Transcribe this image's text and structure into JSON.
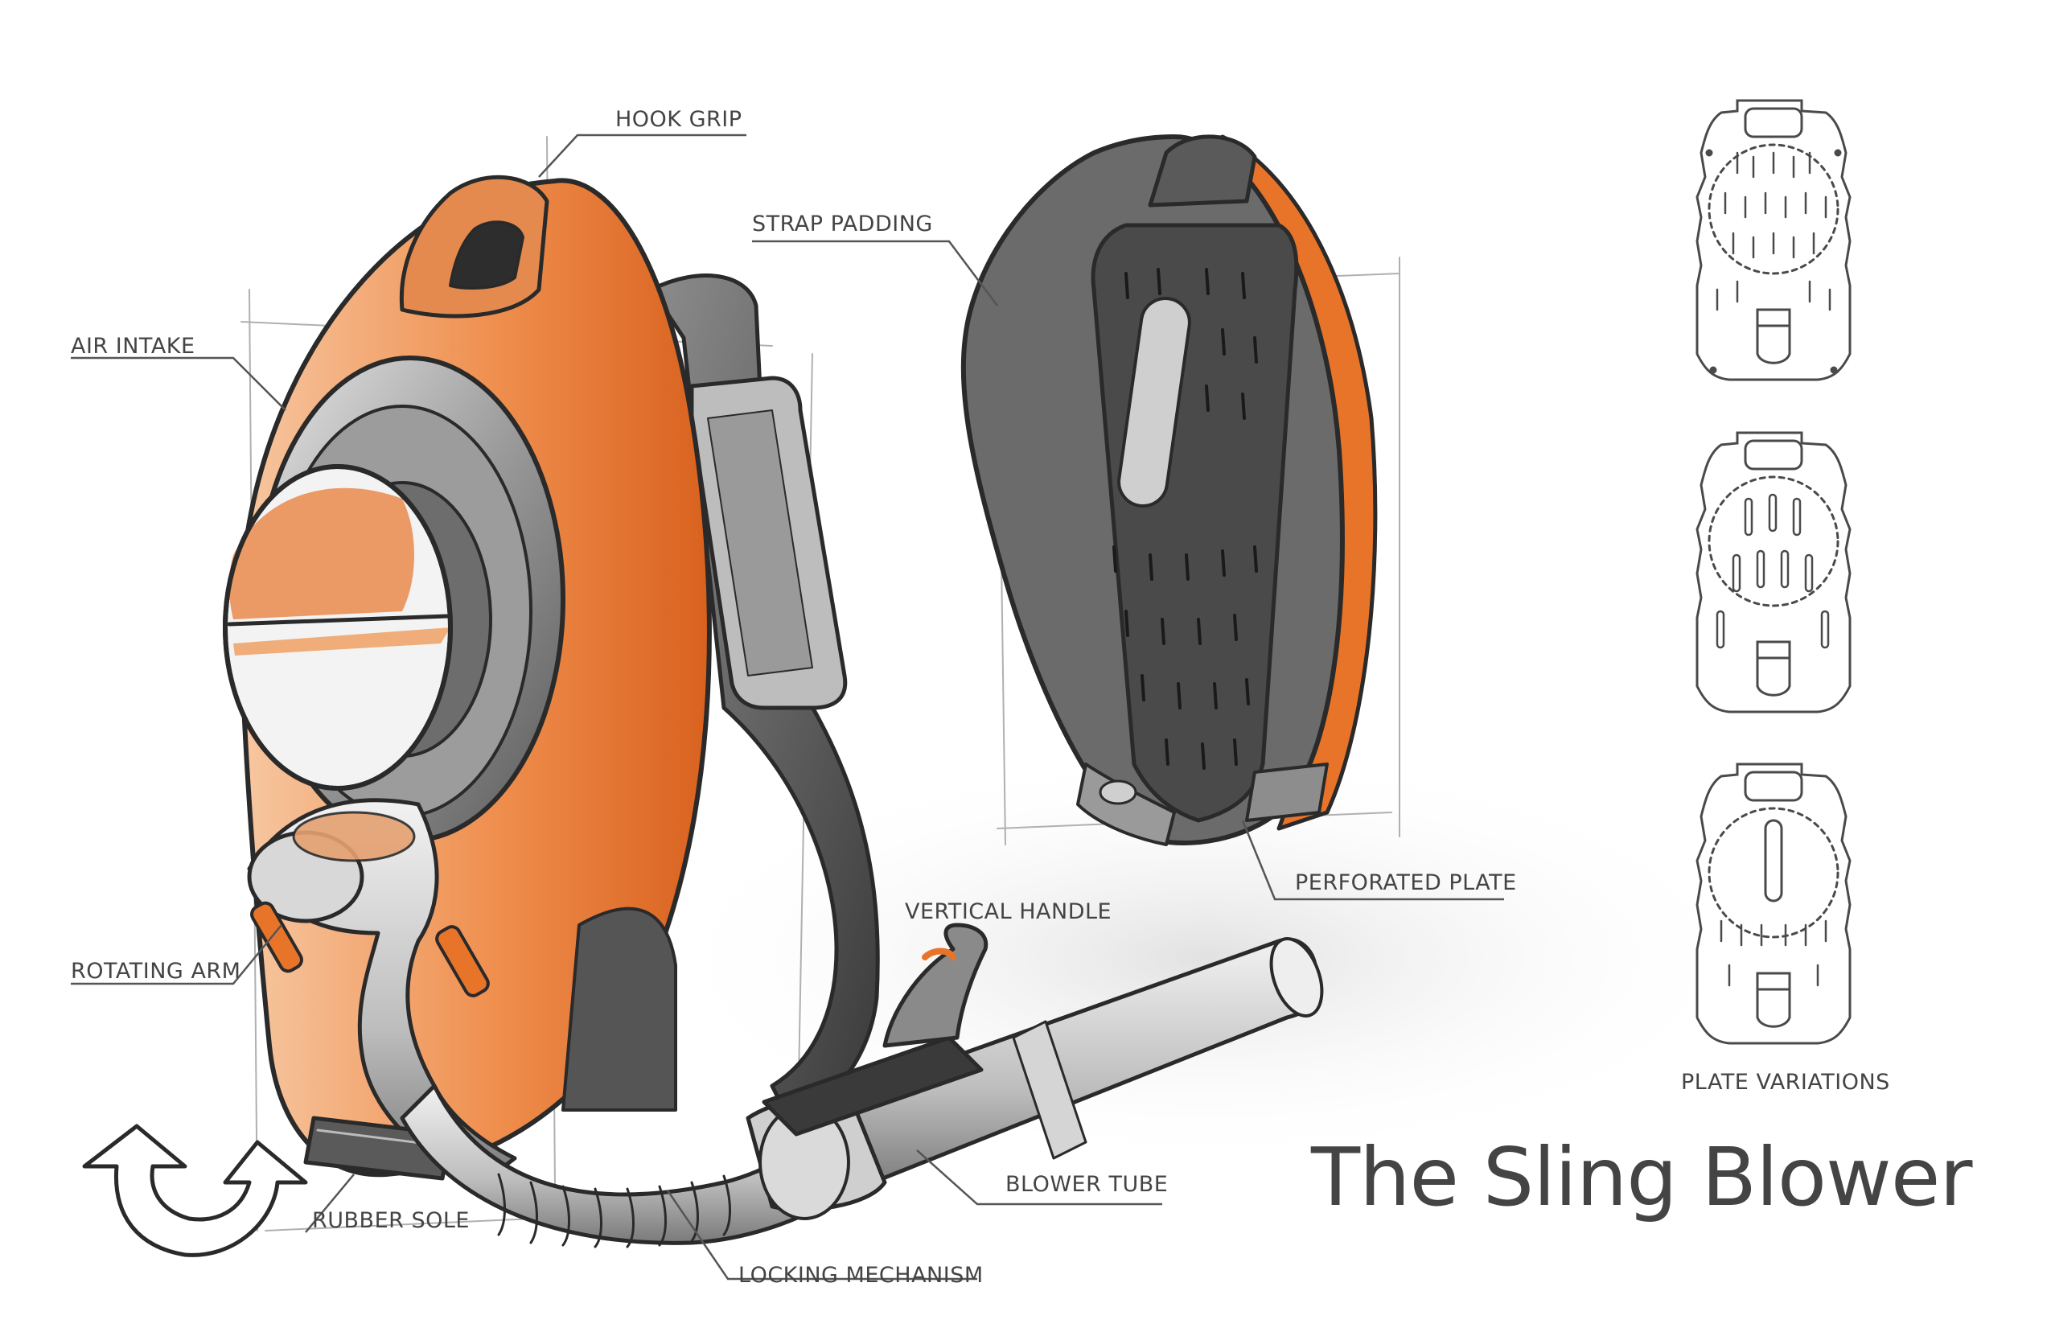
{
  "title": "The Sling Blower",
  "labels": {
    "hook_grip": "HOOK GRIP",
    "strap_padding": "STRAP PADDING",
    "air_intake": "AIR INTAKE",
    "rotating_arm": "ROTATING ARM",
    "rubber_sole": "RUBBER SOLE",
    "vertical_handle": "VERTICAL HANDLE",
    "blower_tube": "BLOWER TUBE",
    "locking_mechanism": "LOCKING MECHANISM",
    "perforated_plate": "PERFORATED PLATE",
    "plate_variations": "PLATE VARIATIONS"
  },
  "colors": {
    "accent_orange": "#e8742a",
    "light_orange": "#f4b184",
    "sketch_line": "#2a2a2a",
    "gray_fill": "#8a8a8a",
    "label_text": "#444444"
  }
}
